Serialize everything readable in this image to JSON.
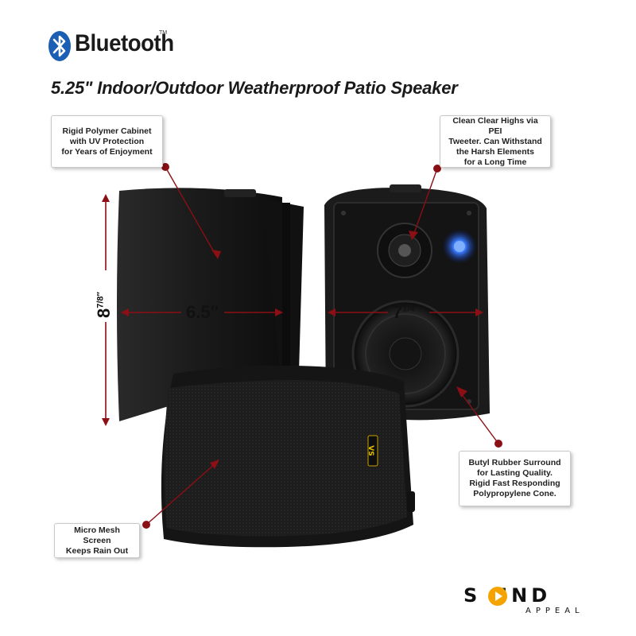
{
  "brand": {
    "bluetooth_label": "Bluetooth",
    "bluetooth_tm": "TM"
  },
  "headline": "5.25\" Indoor/Outdoor Weatherproof Patio Speaker",
  "callouts": [
    {
      "text": "Rigid Polymer Cabinet\nwith UV Protection\nfor Years of Enjoyment"
    },
    {
      "text": "Clean Clear Highs via PEI\nTweeter.  Can Withstand\nthe Harsh Elements\nfor a Long Time"
    },
    {
      "text": "Butyl Rubber Surround\nfor Lasting Quality.\nRigid Fast Responding\nPolypropylene Cone."
    },
    {
      "text": "Micro Mesh Screen\nKeeps Rain Out"
    }
  ],
  "dimensions": {
    "width": "6.5″",
    "depth_main": "7",
    "depth_frac": "1/4″",
    "height_main": "8",
    "height_frac": "7/8″"
  },
  "logo": {
    "main": "S   UND",
    "sub": "APPEAL"
  },
  "colors": {
    "accent_marker": "#8b0f14",
    "tweeter_led": "#3a7bff",
    "speaker_body": "#1c1c1c"
  }
}
